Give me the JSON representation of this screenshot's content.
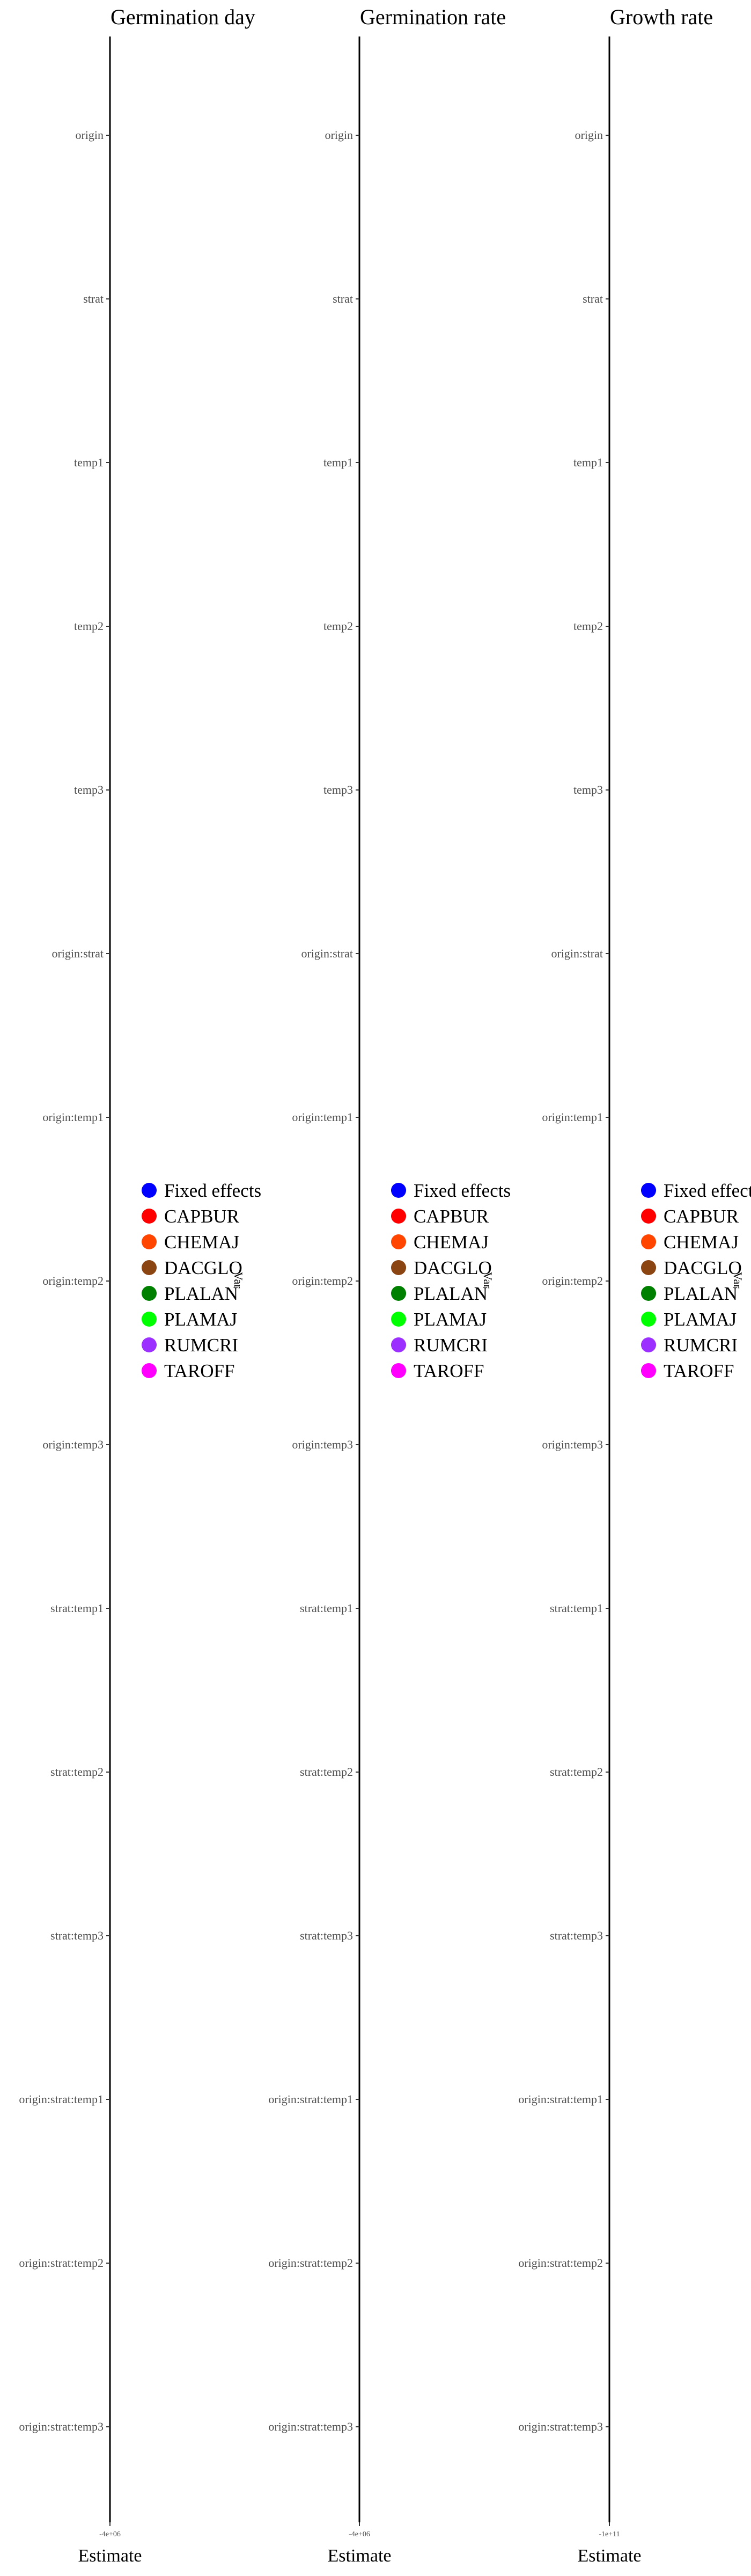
{
  "chart_data": {
    "type": "forest",
    "terms": [
      "origin",
      "strat",
      "temp1",
      "temp2",
      "temp3",
      "origin:strat",
      "origin:temp1",
      "origin:temp2",
      "origin:temp3",
      "strat:temp1",
      "strat:temp2",
      "strat:temp3",
      "origin:strat:temp1",
      "origin:strat:temp2",
      "origin:strat:temp3"
    ],
    "panels": [
      {
        "title": "Germination day",
        "x_tick_label": "-4e+06",
        "xlabel": "Estimate"
      },
      {
        "title": "Germination rate",
        "x_tick_label": "-4e+06",
        "xlabel": "Estimate"
      },
      {
        "title": "Growth rate",
        "x_tick_label": "-1e+11",
        "xlabel": "Estimate"
      }
    ],
    "legend": {
      "title": "Var",
      "placement": "inside each panel, middle-left",
      "items": [
        {
          "label": "Fixed effects",
          "color": "#0000ff"
        },
        {
          "label": "CAPBUR",
          "color": "#ff0000"
        },
        {
          "label": "CHEMAJ",
          "color": "#ff4500"
        },
        {
          "label": "DACGLO",
          "color": "#8b4513"
        },
        {
          "label": "PLALAN",
          "color": "#008000"
        },
        {
          "label": "PLAMAJ",
          "color": "#00ff00"
        },
        {
          "label": "RUMCRI",
          "color": "#9b30ff"
        },
        {
          "label": "TAROFF",
          "color": "#ff00ff"
        }
      ]
    },
    "grid": false
  }
}
